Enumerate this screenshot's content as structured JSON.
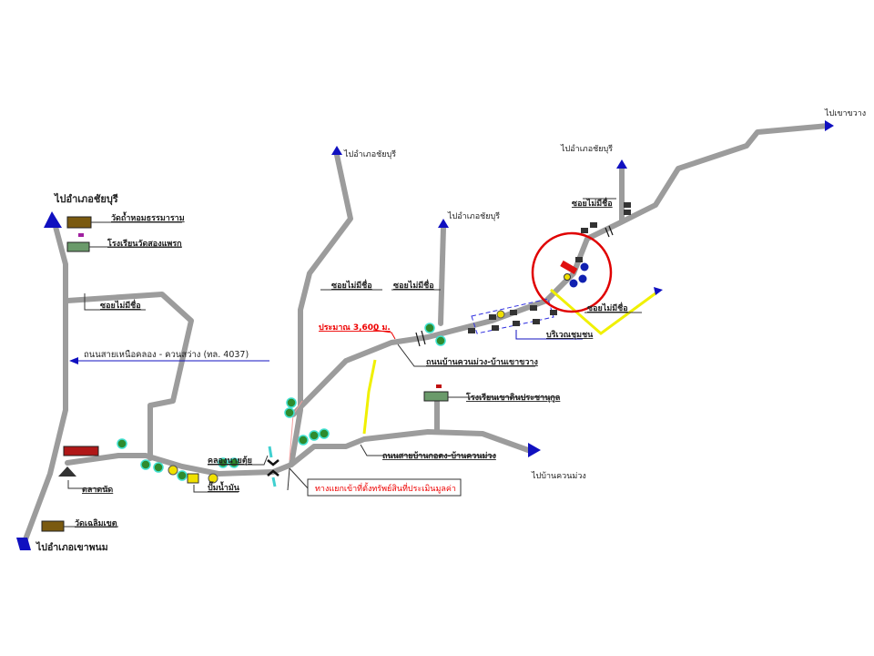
{
  "labels": {
    "to_chaiburi_left": "ไปอำเภอชัยบุรี",
    "to_chaiburi_mid": "ไปอำเภอชัยบุรี",
    "to_chaiburi_center": "ไปอำเภอชัยบุรี",
    "to_chaiburi_right": "ไปอำเภอชัยบุรี",
    "to_khao_phanom": "ไปอำเภอเขาพนม",
    "to_khao_khwang": "ไปเขาขวาง",
    "to_ban_khuan_muang": "ไปบ้านควนม่วง",
    "wat_tham_hom": "วัดถ้ำหอมธรรมาราม",
    "school_song_phraek": "โรงเรียนวัดสองแพรก",
    "soi_1": "ซอยไม่มีชื่อ",
    "soi_2": "ซอยไม่มีชื่อ",
    "soi_3": "ซอยไม่มีชื่อ",
    "soi_4": "ซอยไม่มีชื่อ",
    "soi_5": "ซอยไม่มีชื่อ",
    "road_4037": "ถนนสายเหนือคลอง - ควนสว่าง (ทล. 4037)",
    "market": "ตลาดนัด",
    "wat_chaloem_khet": "วัดเฉลิมเขต",
    "canal": "คลองนายตุ้ย",
    "gas_station": "ปั๊มน้ำมัน",
    "distance": "ประมาณ 3,600 ม.",
    "road_khuan_muang_khao_khwang": "ถนนบ้านควนม่วง-บ้านเขาขวาง",
    "school_khao_din": "โรงเรียนเขาดินประชานุกูล",
    "road_ko_tong": "ถนนสายบ้านกอตง-บ้านควนม่วง",
    "junction_note": "ทางแยกเข้าที่ตั้งทรัพย์สินที่ประเมินมูลค่า",
    "community": "บริเวณชุมชน"
  },
  "colors": {
    "road": "#9c9c9c",
    "arrow": "#1010c0",
    "highlight": "#e00000",
    "minor_road": "#f0f000"
  }
}
